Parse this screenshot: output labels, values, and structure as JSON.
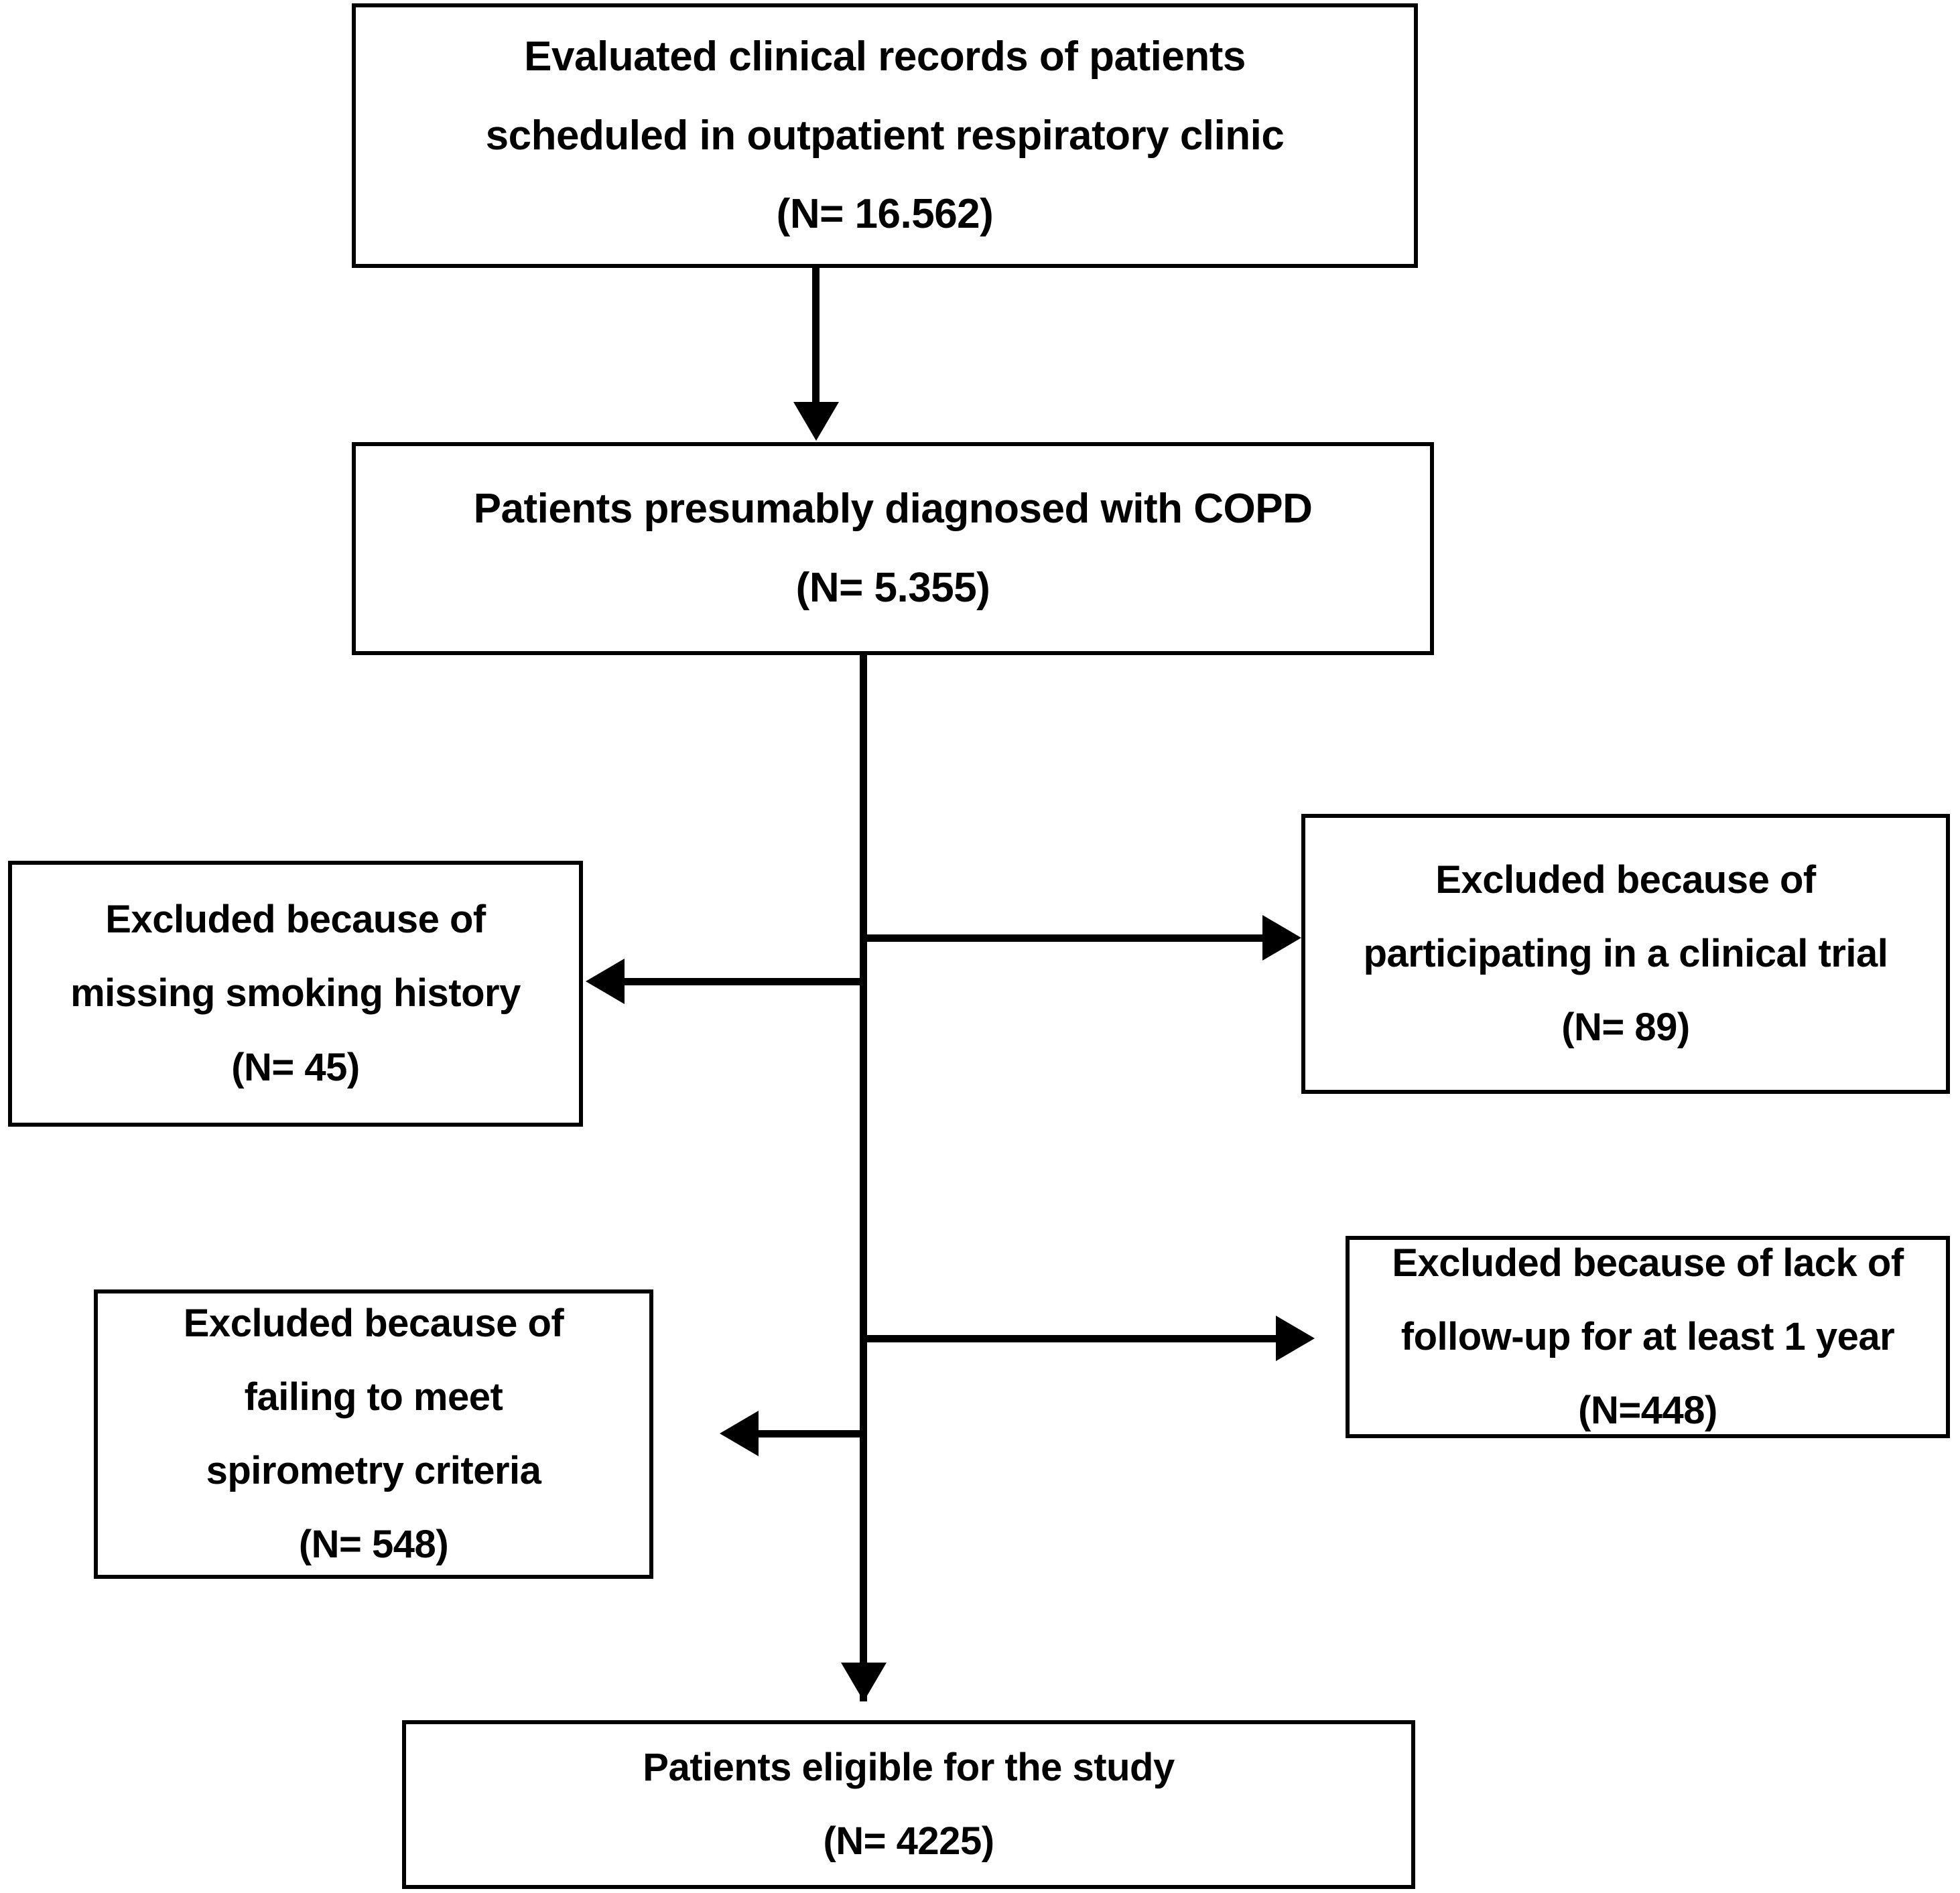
{
  "diagram": {
    "type": "flowchart",
    "title": "Patient selection flowchart",
    "orientation": "top-to-bottom",
    "background_color": "#FFFFFF",
    "stroke_color": "#000000",
    "text_color": "#000000"
  },
  "nodes": {
    "screened": {
      "id": "screened",
      "lines": [
        "Evaluated clinical records of patients",
        "scheduled in outpatient respiratory clinic",
        "(N= 16.562)"
      ],
      "count_label": "(N= 16.562)",
      "count_value": 16562
    },
    "presumed_copd": {
      "id": "presumed-copd",
      "lines": [
        "Patients presumably diagnosed with COPD",
        "(N= 5.355)"
      ],
      "count_label": "(N= 5.355)",
      "count_value": 5355
    },
    "excl_smoking": {
      "id": "excluded-missing-smoking-history",
      "lines": [
        "Excluded because of",
        "missing smoking history",
        "(N= 45)"
      ],
      "count_label": "(N= 45)",
      "count_value": 45
    },
    "excl_trial": {
      "id": "excluded-clinical-trial",
      "lines": [
        "Excluded because of",
        "participating in a clinical trial",
        "(N= 89)"
      ],
      "count_label": "(N= 89)",
      "count_value": 89
    },
    "excl_spirometry": {
      "id": "excluded-spirometry-criteria",
      "lines": [
        "Excluded because of",
        "failing to meet",
        "spirometry criteria",
        "(N= 548)"
      ],
      "count_label": "(N= 548)",
      "count_value": 548
    },
    "excl_followup": {
      "id": "excluded-lack-of-followup",
      "lines": [
        "Excluded because of lack of",
        "follow-up for at least 1 year",
        "(N=448)"
      ],
      "count_label": "(N=448)",
      "count_value": 448
    },
    "eligible": {
      "id": "patients-eligible",
      "lines": [
        "Patients eligible for the study",
        "(N= 4225)"
      ],
      "count_label": "(N= 4225)",
      "count_value": 4225
    }
  },
  "connectors": [
    {
      "name": "screened-to-presumed-copd",
      "from": "screened",
      "to": "presumed_copd",
      "direction": "down"
    },
    {
      "name": "presumed-copd-to-excluded-clinical-trial",
      "from": "presumed_copd",
      "to": "excl_trial",
      "direction": "right"
    },
    {
      "name": "presumed-copd-to-excluded-missing-smoking-history",
      "from": "presumed_copd",
      "to": "excl_smoking",
      "direction": "left"
    },
    {
      "name": "presumed-copd-to-excluded-lack-of-followup",
      "from": "presumed_copd",
      "to": "excl_followup",
      "direction": "right"
    },
    {
      "name": "presumed-copd-to-excluded-spirometry-criteria",
      "from": "presumed_copd",
      "to": "excl_spirometry",
      "direction": "left"
    },
    {
      "name": "presumed-copd-to-eligible",
      "from": "presumed_copd",
      "to": "eligible",
      "direction": "down"
    }
  ]
}
